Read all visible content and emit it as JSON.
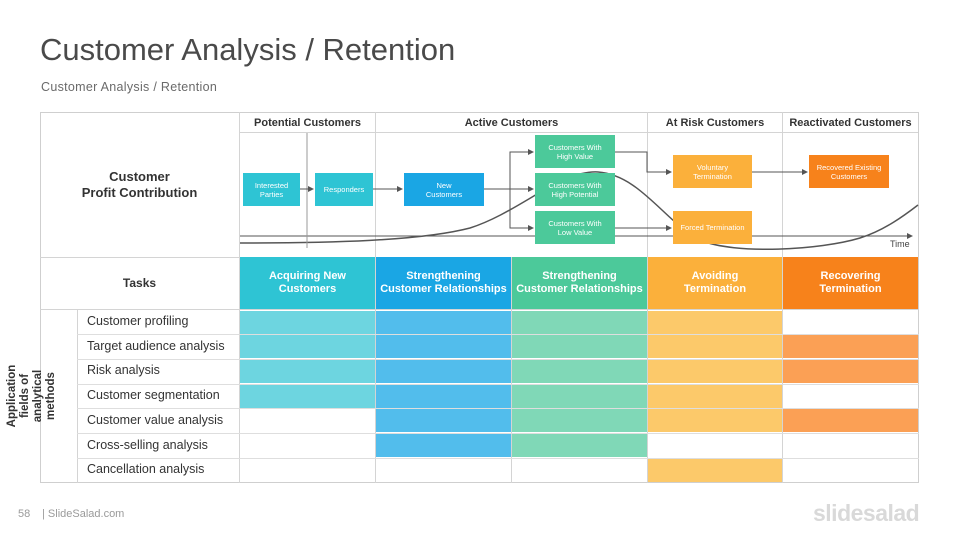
{
  "title": "Customer Analysis / Retention",
  "subtitle": "Customer Analysis / Retention",
  "stages": [
    {
      "label": "Potential Customers"
    },
    {
      "label": "Active Customers"
    },
    {
      "label": "At Risk Customers"
    },
    {
      "label": "Reactivated Customers"
    }
  ],
  "rows": {
    "profit": "Customer\nProfit Contribution",
    "tasks": "Tasks",
    "methods_group": "Application fields of\nanalytical methods"
  },
  "flow_boxes": {
    "interested": "Interested\nParties",
    "responders": "Responders",
    "new_customers": "New\nCustomers",
    "high_value": "Customers With\nHigh Value",
    "high_potential": "Customers With\nHigh Potential",
    "low_value": "Customers With\nLow Value",
    "voluntary": "Voluntary\nTermination",
    "forced": "Forced Termination",
    "recovered": "Recovered Existing\nCustomers"
  },
  "time_label": "Time",
  "tasks": [
    {
      "label": "Acquiring New\nCustomers",
      "color": "#2ec4d4"
    },
    {
      "label": "Strengthening\nCustomer Relationships",
      "color": "#1aa6e4"
    },
    {
      "label": "Strengthening\nCustomer Relationships",
      "color": "#4cc99a"
    },
    {
      "label": "Avoiding\nTermination",
      "color": "#fbb03b"
    },
    {
      "label": "Recovering\nTermination",
      "color": "#f7821b"
    }
  ],
  "methods": [
    {
      "label": "Customer profiling",
      "cells": [
        true,
        true,
        true,
        true,
        false
      ]
    },
    {
      "label": "Target audience analysis",
      "cells": [
        true,
        true,
        true,
        true,
        true
      ]
    },
    {
      "label": "Risk analysis",
      "cells": [
        true,
        true,
        true,
        true,
        true
      ]
    },
    {
      "label": "Customer segmentation",
      "cells": [
        true,
        true,
        true,
        true,
        false
      ]
    },
    {
      "label": "Customer value analysis",
      "cells": [
        false,
        true,
        true,
        true,
        true
      ]
    },
    {
      "label": "Cross-selling analysis",
      "cells": [
        false,
        true,
        true,
        false,
        false
      ]
    },
    {
      "label": "Cancellation analysis",
      "cells": [
        false,
        false,
        false,
        true,
        false
      ]
    }
  ],
  "cell_colors": [
    "#6dd5e0",
    "#52bdec",
    "#80d8b7",
    "#fcc96a",
    "#fba055"
  ],
  "footer": {
    "page": "58",
    "site": "| SlideSalad.com",
    "logo": "slidesalad"
  }
}
